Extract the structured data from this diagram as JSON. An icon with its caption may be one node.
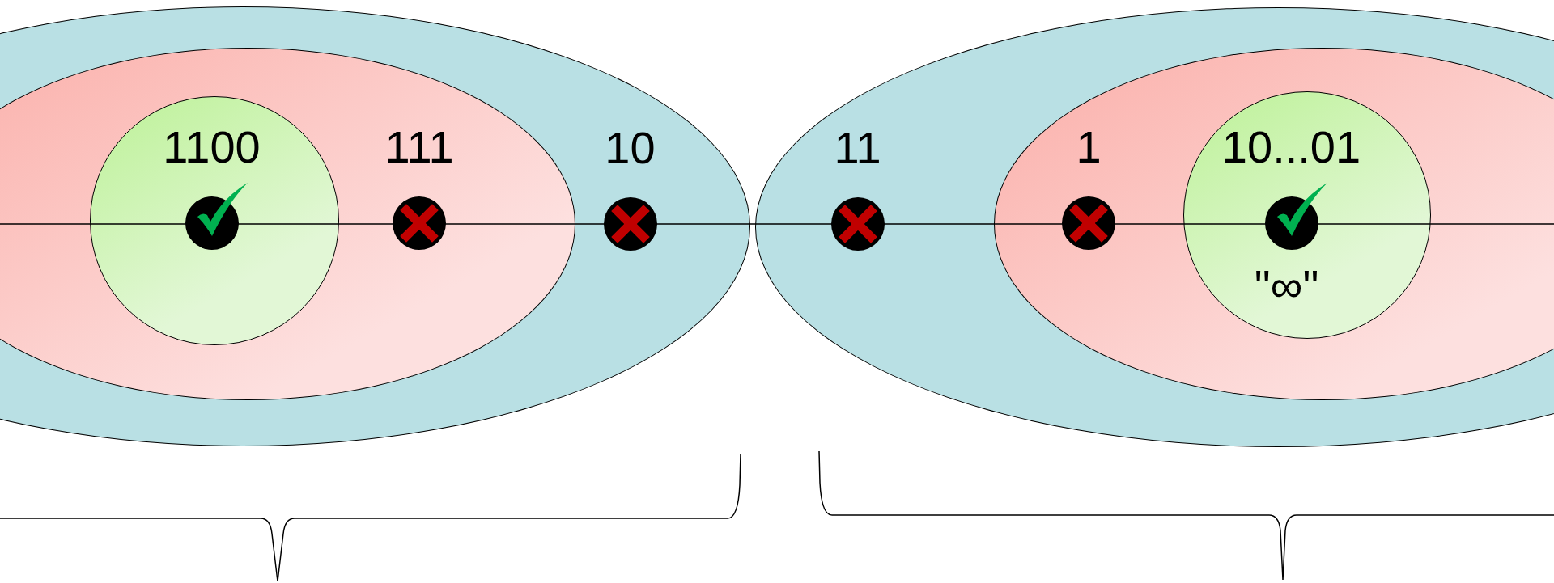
{
  "diagram": {
    "nodes": [
      {
        "text": [],
        "shape": "ellipse"
      },
      {
        "text": [],
        "shape": "ellipse",
        "in": 0
      },
      {
        "text": [],
        "shape": "circle",
        "in": 1
      },
      {
        "text": [
          "1100"
        ],
        "in": 2
      },
      {
        "text": [
          "111"
        ],
        "in": 1
      },
      {
        "text": [
          "10"
        ],
        "in": 0
      },
      {
        "text": [],
        "shape": "ellipse"
      },
      {
        "text": [],
        "shape": "ellipse",
        "in": 6
      },
      {
        "text": [],
        "shape": "circle",
        "in": 7
      },
      {
        "text": [
          "11"
        ],
        "in": 6
      },
      {
        "text": [
          "1"
        ],
        "in": 7
      },
      {
        "text": [
          "10...01"
        ],
        "in": 8,
        "beside": [
          "\"∞\""
        ]
      }
    ]
  }
}
